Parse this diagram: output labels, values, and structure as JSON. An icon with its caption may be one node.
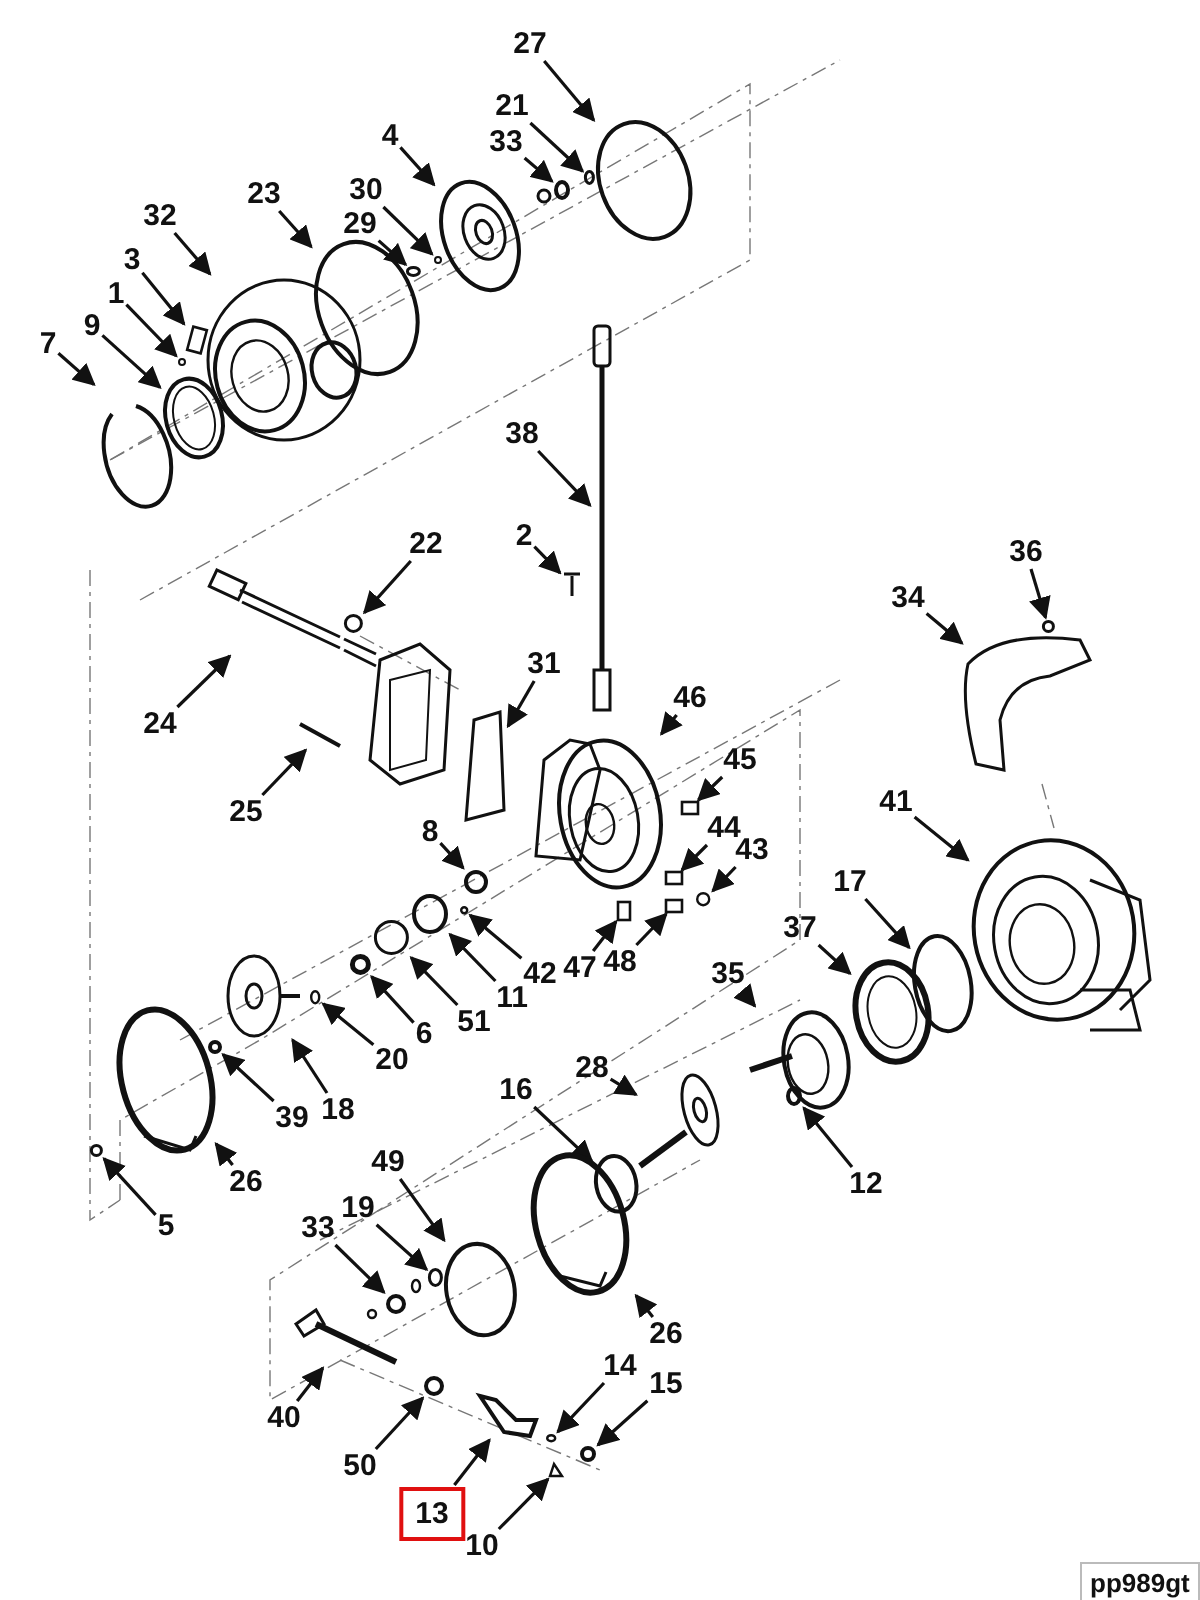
{
  "diagram": {
    "nodes": [
      {
        "text": [
          "27"
        ]
      },
      {
        "text": [
          "21"
        ]
      },
      {
        "text": [
          "33"
        ]
      },
      {
        "text": [
          "4"
        ]
      },
      {
        "text": [
          "30"
        ]
      },
      {
        "text": [
          "29"
        ]
      },
      {
        "text": [
          "23"
        ]
      },
      {
        "text": [
          "32"
        ]
      },
      {
        "text": [
          "3"
        ]
      },
      {
        "text": [
          "1"
        ]
      },
      {
        "text": [
          "9"
        ]
      },
      {
        "text": [
          "7"
        ]
      },
      {
        "text": [
          "38"
        ]
      },
      {
        "text": [
          "22"
        ]
      },
      {
        "text": [
          "2"
        ]
      },
      {
        "text": [
          "36"
        ]
      },
      {
        "text": [
          "24"
        ]
      },
      {
        "text": [
          "34"
        ]
      },
      {
        "text": [
          "31"
        ]
      },
      {
        "text": [
          "46"
        ]
      },
      {
        "text": [
          "25"
        ]
      },
      {
        "text": [
          "45"
        ]
      },
      {
        "text": [
          "41"
        ]
      },
      {
        "text": [
          "8"
        ]
      },
      {
        "text": [
          "44"
        ]
      },
      {
        "text": [
          "43"
        ]
      },
      {
        "text": [
          "17"
        ]
      },
      {
        "text": [
          "42"
        ]
      },
      {
        "text": [
          "47"
        ]
      },
      {
        "text": [
          "48"
        ]
      },
      {
        "text": [
          "37"
        ]
      },
      {
        "text": [
          "11"
        ]
      },
      {
        "text": [
          "51"
        ]
      },
      {
        "text": [
          "6"
        ]
      },
      {
        "text": [
          "35"
        ]
      },
      {
        "text": [
          "20"
        ]
      },
      {
        "text": [
          "16"
        ]
      },
      {
        "text": [
          "28"
        ]
      },
      {
        "text": [
          "39"
        ]
      },
      {
        "text": [
          "18"
        ]
      },
      {
        "text": [
          "26"
        ]
      },
      {
        "text": [
          "12"
        ]
      },
      {
        "text": [
          "5"
        ]
      },
      {
        "text": [
          "49"
        ]
      },
      {
        "text": [
          "19"
        ]
      },
      {
        "text": [
          "33"
        ]
      },
      {
        "text": [
          "26"
        ]
      },
      {
        "text": [
          "40"
        ]
      },
      {
        "text": [
          "14"
        ]
      },
      {
        "text": [
          "15"
        ]
      },
      {
        "text": [
          "50"
        ]
      },
      {
        "text": [
          "13"
        ]
      },
      {
        "text": [
          "10"
        ]
      },
      {
        "text": [
          "pp989gt"
        ]
      },
      {
        "text": [],
        "shape": "circle"
      },
      {
        "text": [],
        "shape": "circle"
      },
      {
        "text": [],
        "shape": "circle"
      },
      {
        "text": [],
        "shape": "picture"
      },
      {
        "text": [],
        "shape": "circle"
      },
      {
        "text": [],
        "shape": "circle"
      },
      {
        "text": [],
        "shape": "circle"
      },
      {
        "text": [],
        "shape": "picture"
      },
      {
        "text": [],
        "shape": "box"
      },
      {
        "text": [],
        "shape": "circle"
      },
      {
        "text": [],
        "shape": "picture"
      },
      {
        "text": [],
        "shape": "picture"
      },
      {
        "text": [],
        "shape": "picture"
      },
      {
        "text": [],
        "shape": "circle"
      },
      {
        "text": [],
        "shape": "picture"
      },
      {
        "text": [],
        "shape": "circle"
      },
      {
        "text": [],
        "shape": "picture"
      },
      {
        "text": [],
        "shape": "picture"
      },
      {
        "text": [],
        "shape": "picture"
      },
      {
        "text": [],
        "shape": "picture"
      },
      {
        "text": [],
        "shape": "picture"
      },
      {
        "text": [],
        "shape": "box"
      },
      {
        "text": [],
        "shape": "picture"
      },
      {
        "text": [],
        "shape": "circle"
      },
      {
        "text": [],
        "shape": "box"
      },
      {
        "text": [],
        "shape": "circle"
      },
      {
        "text": [],
        "shape": "circle"
      },
      {
        "text": [],
        "shape": "circle"
      },
      {
        "text": [],
        "shape": "box"
      },
      {
        "text": [],
        "shape": "box"
      },
      {
        "text": [],
        "shape": "picture"
      },
      {
        "text": [],
        "shape": "circle"
      },
      {
        "text": [],
        "shape": "circle"
      },
      {
        "text": [],
        "shape": "circle"
      },
      {
        "text": [],
        "shape": "picture"
      },
      {
        "text": [],
        "shape": "circle"
      },
      {
        "text": [],
        "shape": "circle"
      },
      {
        "text": [],
        "shape": "picture"
      },
      {
        "text": [],
        "shape": "circle"
      },
      {
        "text": [],
        "shape": "picture"
      },
      {
        "text": [],
        "shape": "picture"
      },
      {
        "text": [],
        "shape": "circle"
      },
      {
        "text": [],
        "shape": "circle"
      },
      {
        "text": [],
        "shape": "circle"
      },
      {
        "text": [],
        "shape": "circle"
      },
      {
        "text": [],
        "shape": "circle"
      },
      {
        "text": [],
        "shape": "picture"
      },
      {
        "text": [],
        "shape": "picture"
      },
      {
        "text": [],
        "shape": "circle"
      },
      {
        "text": [],
        "shape": "circle"
      },
      {
        "text": [],
        "shape": "circle"
      },
      {
        "text": [],
        "shape": "picture"
      },
      {
        "text": [],
        "shape": "picture"
      }
    ],
    "edges": [
      {
        "from": 0,
        "to": 54,
        "arrow": "to"
      },
      {
        "from": 1,
        "to": 55,
        "arrow": "to"
      },
      {
        "from": 2,
        "to": 56,
        "arrow": "to"
      },
      {
        "from": 3,
        "to": 57,
        "arrow": "to"
      },
      {
        "from": 4,
        "to": 58,
        "arrow": "to"
      },
      {
        "from": 5,
        "to": 59,
        "arrow": "to"
      },
      {
        "from": 6,
        "to": 60,
        "arrow": "to"
      },
      {
        "from": 7,
        "to": 61,
        "arrow": "to"
      },
      {
        "from": 8,
        "to": 62,
        "arrow": "to"
      },
      {
        "from": 9,
        "to": 63,
        "arrow": "to"
      },
      {
        "from": 10,
        "to": 64,
        "arrow": "to"
      },
      {
        "from": 11,
        "to": 65,
        "arrow": "to"
      },
      {
        "from": 12,
        "to": 66,
        "arrow": "to"
      },
      {
        "from": 13,
        "to": 67,
        "arrow": "to"
      },
      {
        "from": 14,
        "to": 68,
        "arrow": "to"
      },
      {
        "from": 15,
        "to": 69,
        "arrow": "to"
      },
      {
        "from": 16,
        "to": 70,
        "arrow": "to"
      },
      {
        "from": 17,
        "to": 71,
        "arrow": "to"
      },
      {
        "from": 18,
        "to": 72,
        "arrow": "to"
      },
      {
        "from": 19,
        "to": 73,
        "arrow": "to"
      },
      {
        "from": 20,
        "to": 74,
        "arrow": "to"
      },
      {
        "from": 21,
        "to": 75,
        "arrow": "to"
      },
      {
        "from": 22,
        "to": 76,
        "arrow": "to"
      },
      {
        "from": 23,
        "to": 77,
        "arrow": "to"
      },
      {
        "from": 24,
        "to": 78,
        "arrow": "to"
      },
      {
        "from": 25,
        "to": 79,
        "arrow": "to"
      },
      {
        "from": 26,
        "to": 80,
        "arrow": "to"
      },
      {
        "from": 27,
        "to": 81,
        "arrow": "to"
      },
      {
        "from": 28,
        "to": 82,
        "arrow": "to"
      },
      {
        "from": 29,
        "to": 83,
        "arrow": "to"
      },
      {
        "from": 30,
        "to": 84,
        "arrow": "to"
      },
      {
        "from": 31,
        "to": 85,
        "arrow": "to"
      },
      {
        "from": 32,
        "to": 86,
        "arrow": "to"
      },
      {
        "from": 33,
        "to": 87,
        "arrow": "to"
      },
      {
        "from": 34,
        "to": 88,
        "arrow": "to"
      },
      {
        "from": 35,
        "to": 89,
        "arrow": "to"
      },
      {
        "from": 36,
        "to": 90,
        "arrow": "to"
      },
      {
        "from": 37,
        "to": 91,
        "arrow": "to"
      },
      {
        "from": 38,
        "to": 92,
        "arrow": "to"
      },
      {
        "from": 39,
        "to": 93,
        "arrow": "to"
      },
      {
        "from": 40,
        "to": 94,
        "arrow": "to"
      },
      {
        "from": 41,
        "to": 95,
        "arrow": "to"
      },
      {
        "from": 42,
        "to": 96,
        "arrow": "to"
      },
      {
        "from": 43,
        "to": 97,
        "arrow": "to"
      },
      {
        "from": 44,
        "to": 98,
        "arrow": "to"
      },
      {
        "from": 45,
        "to": 99,
        "arrow": "to"
      },
      {
        "from": 46,
        "to": 100,
        "arrow": "to"
      },
      {
        "from": 47,
        "to": 101,
        "arrow": "to"
      },
      {
        "from": 48,
        "to": 102,
        "arrow": "to"
      },
      {
        "from": 49,
        "to": 103,
        "arrow": "to"
      },
      {
        "from": 50,
        "to": 104,
        "arrow": "to"
      },
      {
        "from": 51,
        "to": 105,
        "arrow": "to"
      },
      {
        "from": 52,
        "to": 106,
        "arrow": "to"
      }
    ]
  }
}
